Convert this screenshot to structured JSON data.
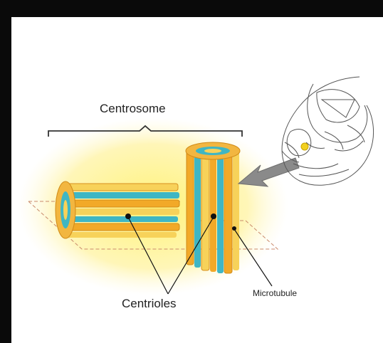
{
  "labels": {
    "centrosome": "Centrosome",
    "centrioles": "Centrioles",
    "microtubule": "Microtubule"
  },
  "colors": {
    "background_glow": "#fff5a0",
    "tube_orange": "#f2a928",
    "tube_yellow": "#f7d25a",
    "tube_teal": "#3fb6c4",
    "arrow": "#8a8a8a"
  },
  "icons": {
    "cell": "cell-outline-icon",
    "arrow": "pointer-arrow-icon"
  }
}
